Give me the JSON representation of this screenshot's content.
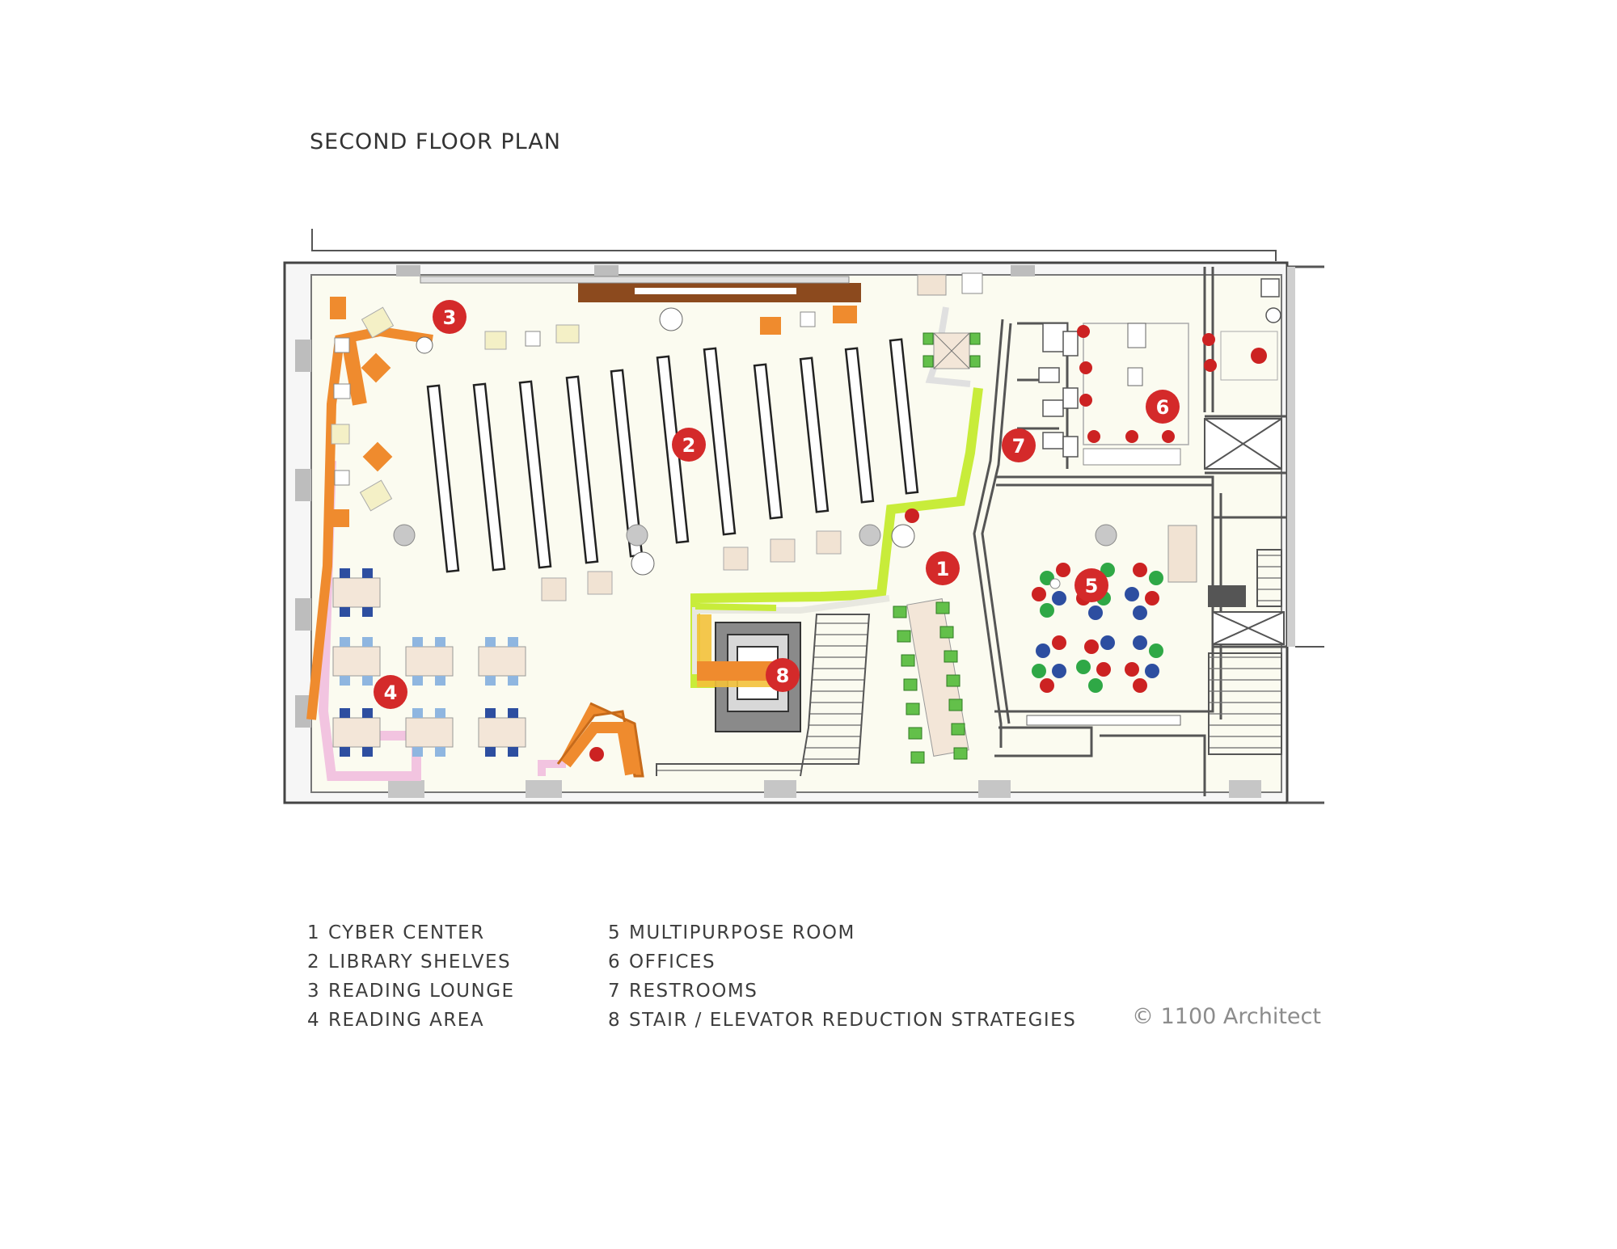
{
  "title": "SECOND FLOOR PLAN",
  "legend": {
    "left": [
      {
        "num": "1",
        "label": "CYBER CENTER"
      },
      {
        "num": "2",
        "label": "LIBRARY SHELVES"
      },
      {
        "num": "3",
        "label": "READING LOUNGE"
      },
      {
        "num": "4",
        "label": "READING AREA"
      }
    ],
    "right": [
      {
        "num": "5",
        "label": "MULTIPURPOSE ROOM"
      },
      {
        "num": "6",
        "label": "OFFICES"
      },
      {
        "num": "7",
        "label": "RESTROOMS"
      },
      {
        "num": "8",
        "label": "STAIR / ELEVATOR REDUCTION STRATEGIES"
      }
    ]
  },
  "copyright": "© 1100 Architect",
  "markers": [
    "1",
    "2",
    "3",
    "4",
    "5",
    "6",
    "7",
    "8"
  ],
  "colors": {
    "marker_red": "#d42a2a",
    "path_orange": "#ef8b2e",
    "path_green": "#c8ec3a",
    "path_pink": "#f2c4e0",
    "shelf_brown": "#8c4a1e",
    "floor": "#fbfbf0",
    "chair_blue": "#2d4ea0",
    "chair_green": "#2fa846",
    "chair_red": "#cc2222"
  }
}
